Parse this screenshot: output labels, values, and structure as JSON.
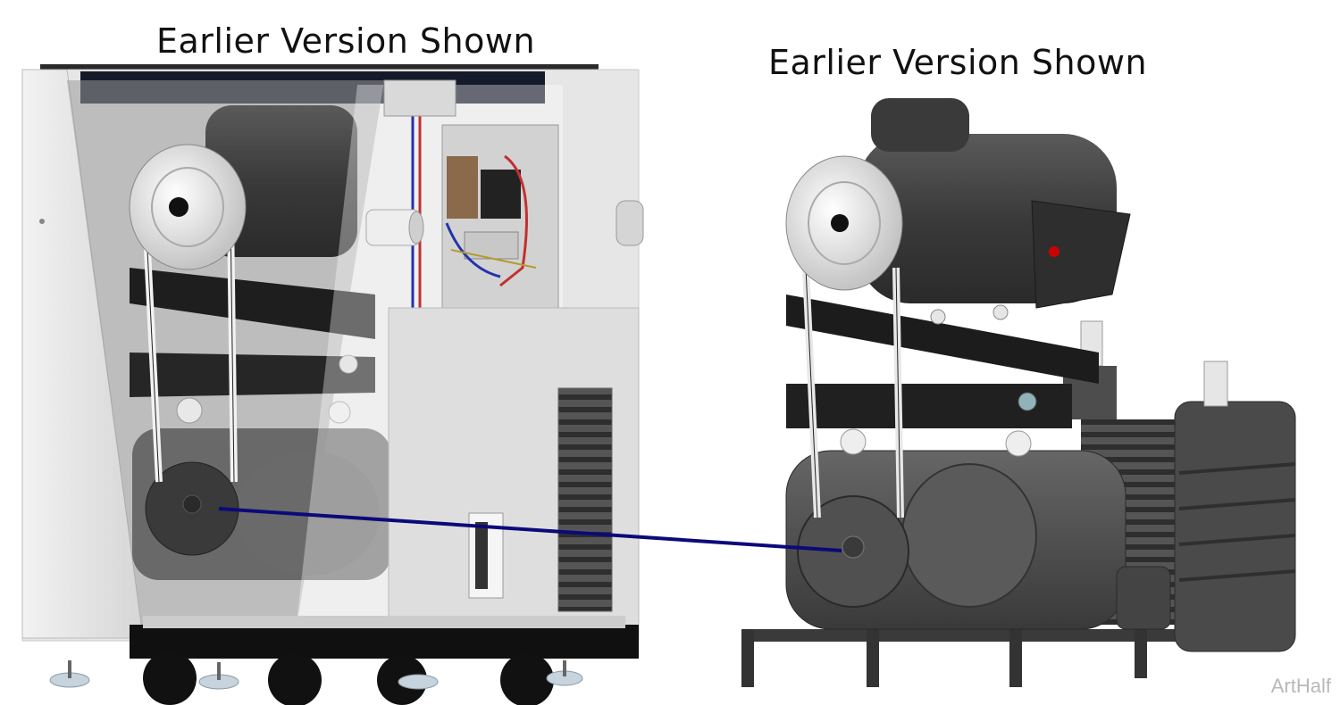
{
  "captions": {
    "left": "Earlier Version Shown",
    "right": "Earlier Version Shown"
  },
  "watermark": "ArtHalf",
  "colors": {
    "callout_line": "#0a0a7a",
    "cabinet_panel": "#e4e4e4",
    "pump_body": "#4a4a4a",
    "motor_body": "#3a3a3a",
    "pulley": "#dcdcdc",
    "indicator_red": "#cc0000",
    "wire_red": "#c23030",
    "wire_blue": "#2233aa"
  },
  "icons": [
    "vacuum-pump-cabinet-illustration",
    "vacuum-pump-motor-illustration",
    "pump-pulley-callout"
  ]
}
